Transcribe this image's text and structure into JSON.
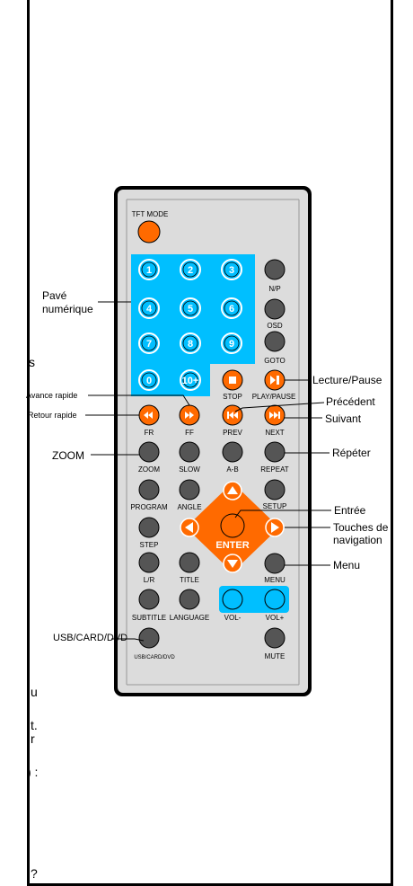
{
  "edge_fragments": [
    {
      "id": "s",
      "text": "s"
    },
    {
      "id": "u",
      "text": "u"
    },
    {
      "id": "t",
      "text": "t."
    },
    {
      "id": "r",
      "text": "r"
    },
    {
      "id": "paren",
      "text": ") :"
    },
    {
      "id": "q",
      "text": "?"
    }
  ],
  "remote": {
    "colors": {
      "body": "#dcdcdc",
      "border": "#000000",
      "keypad_area": "#00bfff",
      "orange_key": "#ff6a00",
      "gray_key": "#555555",
      "vol_key": "#00bfff"
    },
    "tft_mode": "TFT MODE",
    "digits": [
      "1",
      "2",
      "3",
      "4",
      "5",
      "6",
      "7",
      "8",
      "9",
      "0",
      "10+"
    ],
    "right_column": [
      "N/P",
      "OSD",
      "GOTO"
    ],
    "button_labels": {
      "stop": "STOP",
      "play_pause": "PLAY/PAUSE",
      "fr": "FR",
      "ff": "FF",
      "prev": "PREV",
      "next": "NEXT",
      "zoom": "ZOOM",
      "slow": "SLOW",
      "ab": "A-B",
      "repeat": "REPEAT",
      "program": "PROGRAM",
      "angle": "ANGLE",
      "setup": "SETUP",
      "enter": "ENTER",
      "step": "STEP",
      "lr": "L/R",
      "title": "TITLE",
      "menu": "MENU",
      "subtitle": "SUBTITLE",
      "language": "LANGUAGE",
      "vol_minus": "VOL-",
      "vol_plus": "VOL+",
      "usb_card_dvd": "USB/CARD/DVD",
      "mute": "MUTE"
    }
  },
  "callouts": {
    "pave": [
      "Pavé",
      "numérique"
    ],
    "avance_rapide": "Avance rapide",
    "retour_rapide": "Retour rapide",
    "zoom": "ZOOM",
    "usb_card_dvd": "USB/CARD/DVD",
    "lecture_pause": "Lecture/Pause",
    "precedent": "Précédent",
    "suivant": "Suivant",
    "repeter": "Répéter",
    "entree": "Entrée",
    "touches": [
      "Touches de",
      "navigation"
    ],
    "menu": "Menu"
  }
}
